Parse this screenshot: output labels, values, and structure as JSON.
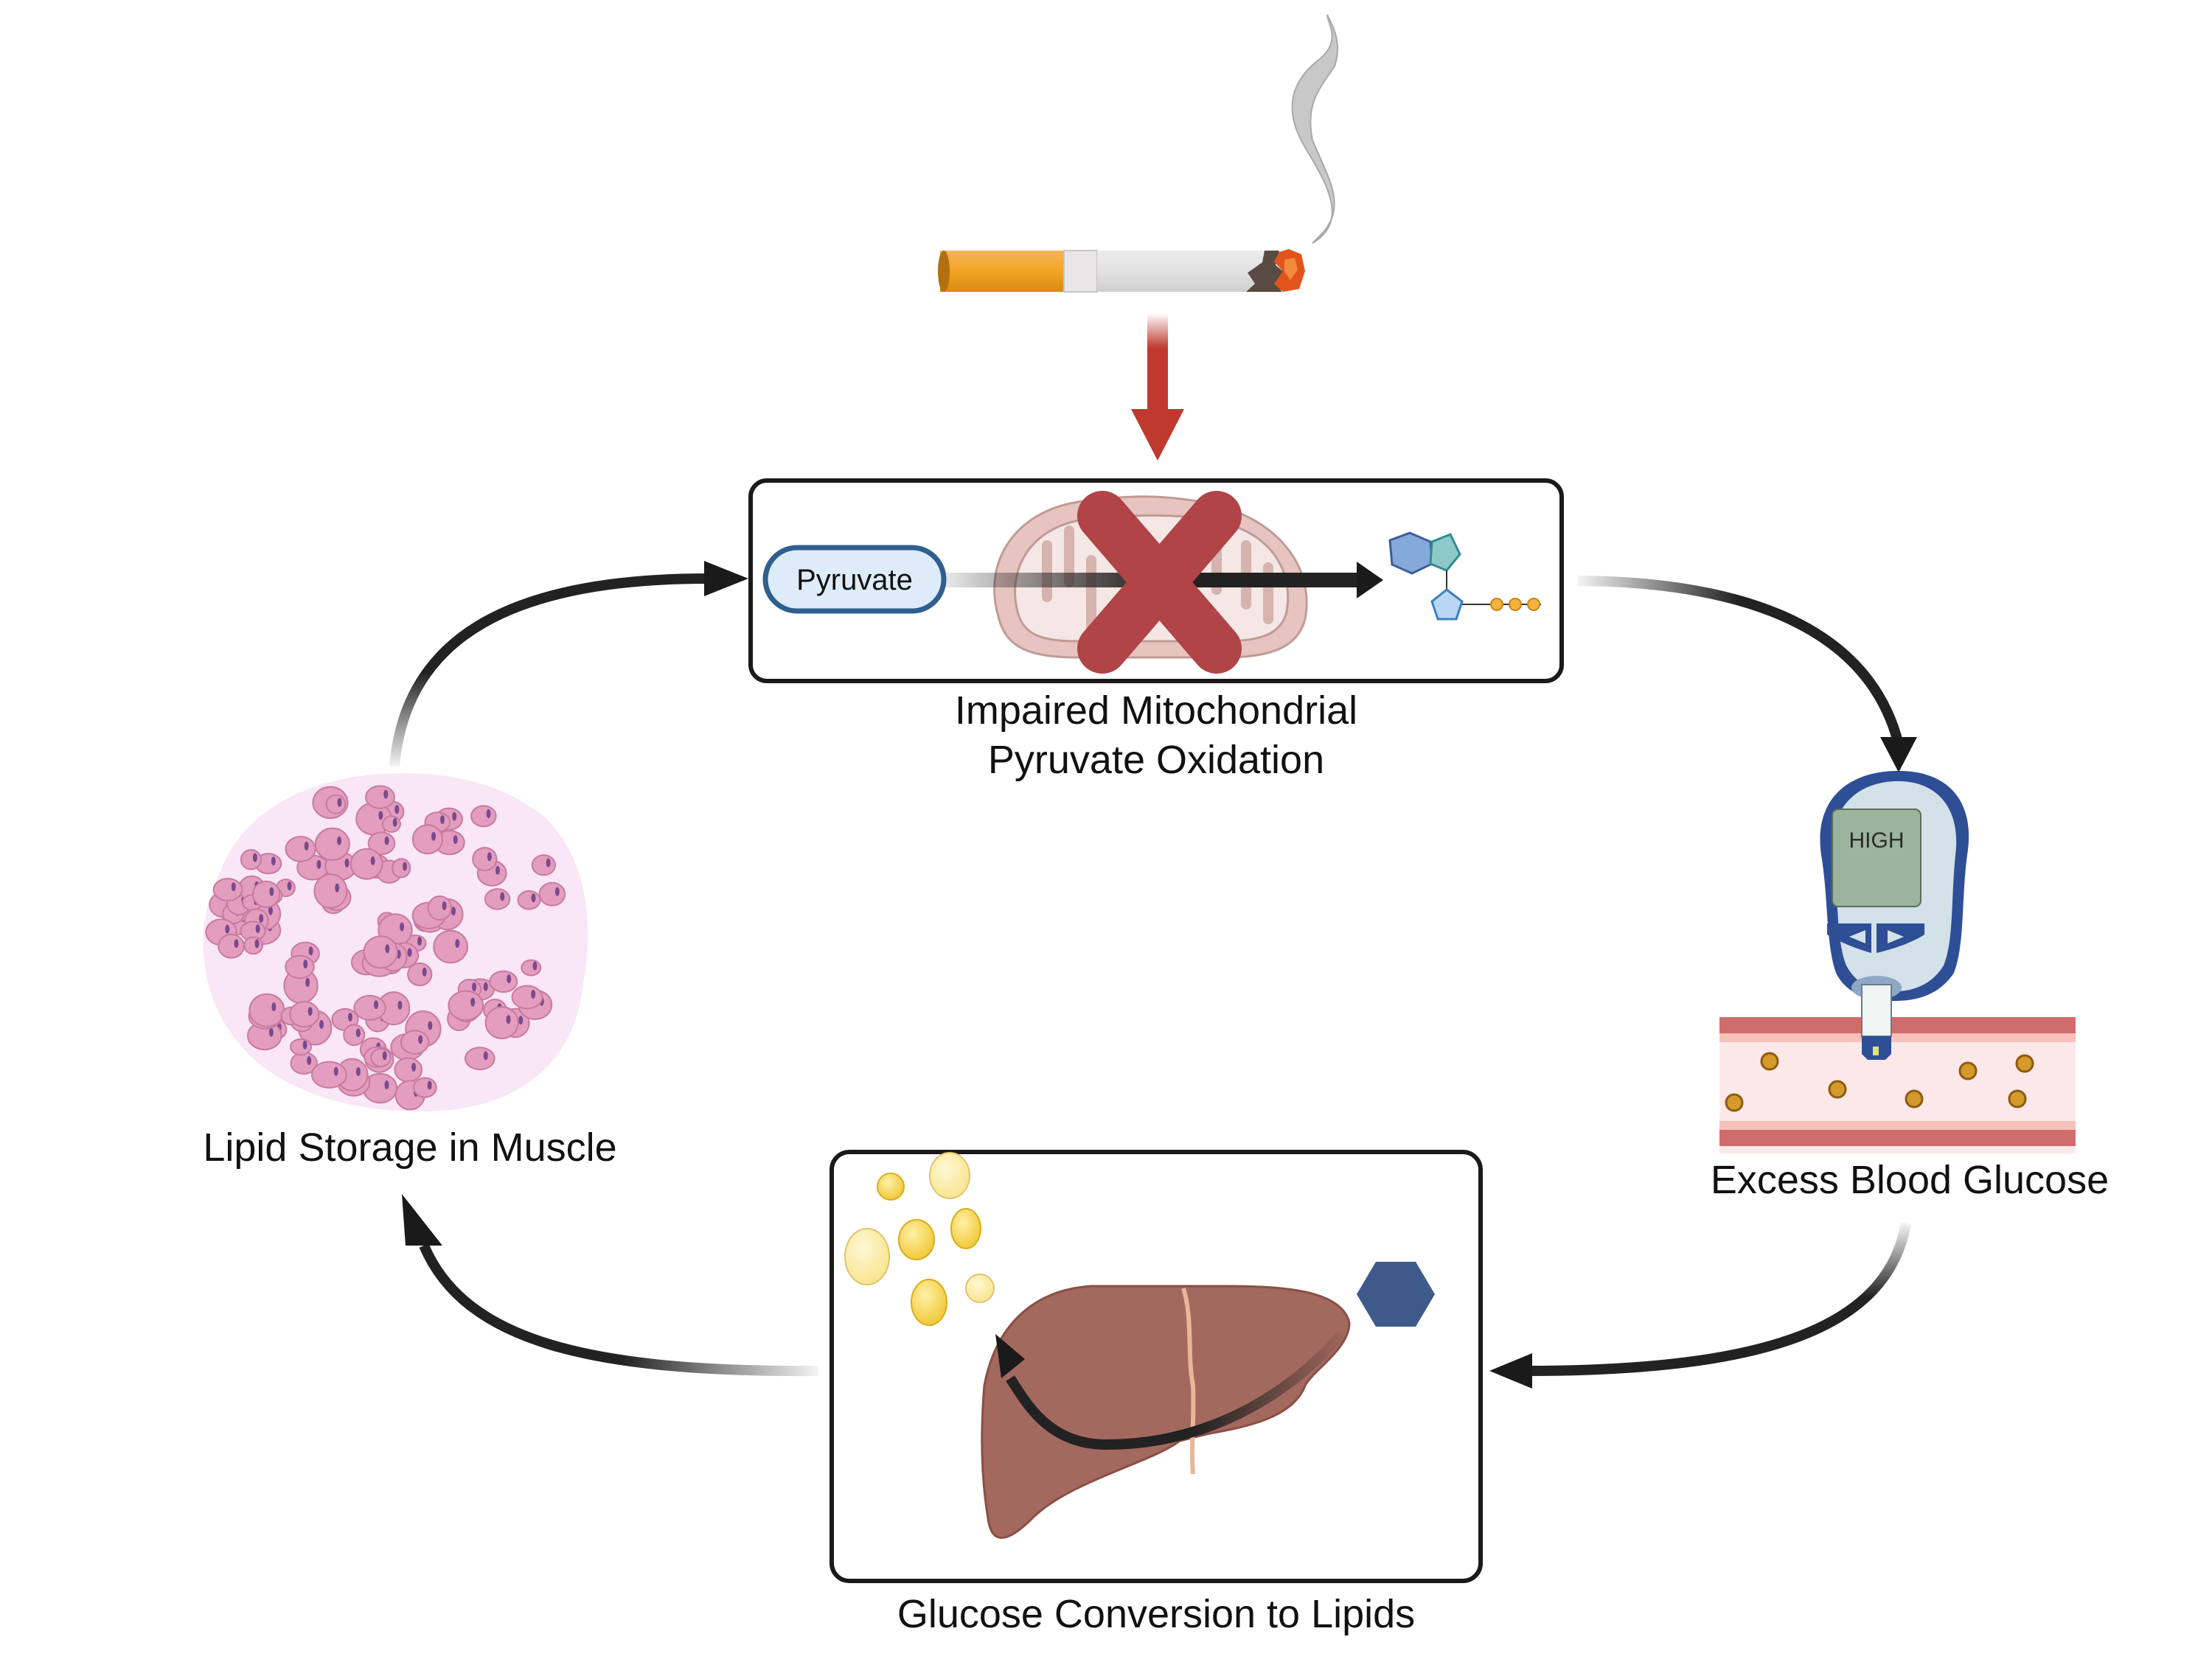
{
  "figure": {
    "type": "cycle-diagram",
    "trigger": {
      "icon": "cigarette-icon",
      "arrow_color": "#c0392f"
    },
    "steps": [
      {
        "id": "pyruvate",
        "label_line1": "Impaired Mitochondrial",
        "label_line2": "Pyruvate Oxidation",
        "pill_text": "Pyruvate",
        "blocked": true
      },
      {
        "id": "glucose",
        "label": "Excess Blood Glucose",
        "meter_text": "HIGH"
      },
      {
        "id": "liver",
        "label": "Glucose Conversion to Lipids"
      },
      {
        "id": "muscle",
        "label": "Lipid Storage in Muscle"
      }
    ],
    "colors": {
      "arrow": "#222222",
      "block_x": "#b04446",
      "pill_fill": "#deebf8",
      "pill_stroke": "#2f5f8f",
      "liver": "#a3695e",
      "glucose_hex": "#3e5a8a",
      "lipid": "#f3d046",
      "muscle_bg": "#f9e6f6",
      "muscle_cell": "#e39dbe",
      "meter_body": "#2e4f96",
      "meter_screen": "#9cb49d",
      "vessel_wall": "#cf6d6d",
      "vessel_lumen": "#fde8e9",
      "glucose_dot": "#d49a2a"
    }
  }
}
